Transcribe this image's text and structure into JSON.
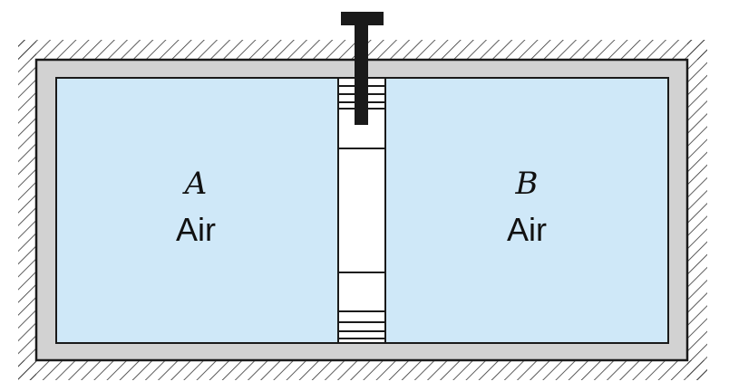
{
  "chambers": {
    "left": {
      "letter": "A",
      "name": "Air"
    },
    "right": {
      "letter": "B",
      "name": "Air"
    }
  },
  "colors": {
    "air": "#cfe8f8",
    "wall": "#d2d2d2",
    "outline": "#1a1a1a",
    "rod": "#1a1a1a",
    "hatch": "#333333"
  }
}
